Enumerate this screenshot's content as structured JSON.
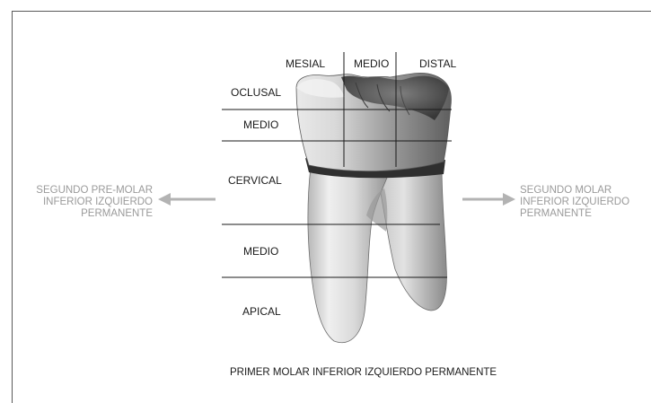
{
  "column_labels": [
    "MESIAL",
    "MEDIO",
    "DISTAL"
  ],
  "crown_labels": [
    "OCLUSAL",
    "MEDIO"
  ],
  "root_labels": [
    "CERVICAL",
    "MEDIO",
    "APICAL"
  ],
  "left_neighbor": [
    "SEGUNDO PRE-MOLAR",
    "INFERIOR IZQUIERDO",
    "PERMANENTE"
  ],
  "right_neighbor": [
    "SEGUNDO MOLAR",
    "INFERIOR IZQUIERDO",
    "PERMANENTE"
  ],
  "caption": "PRIMER MOLAR INFERIOR IZQUIERDO PERMANENTE",
  "colors": {
    "frame": "#5a5a5a",
    "label": "#1a1a1a",
    "neighbor": "#9a9a9a",
    "arrow": "#b3b3b3"
  }
}
